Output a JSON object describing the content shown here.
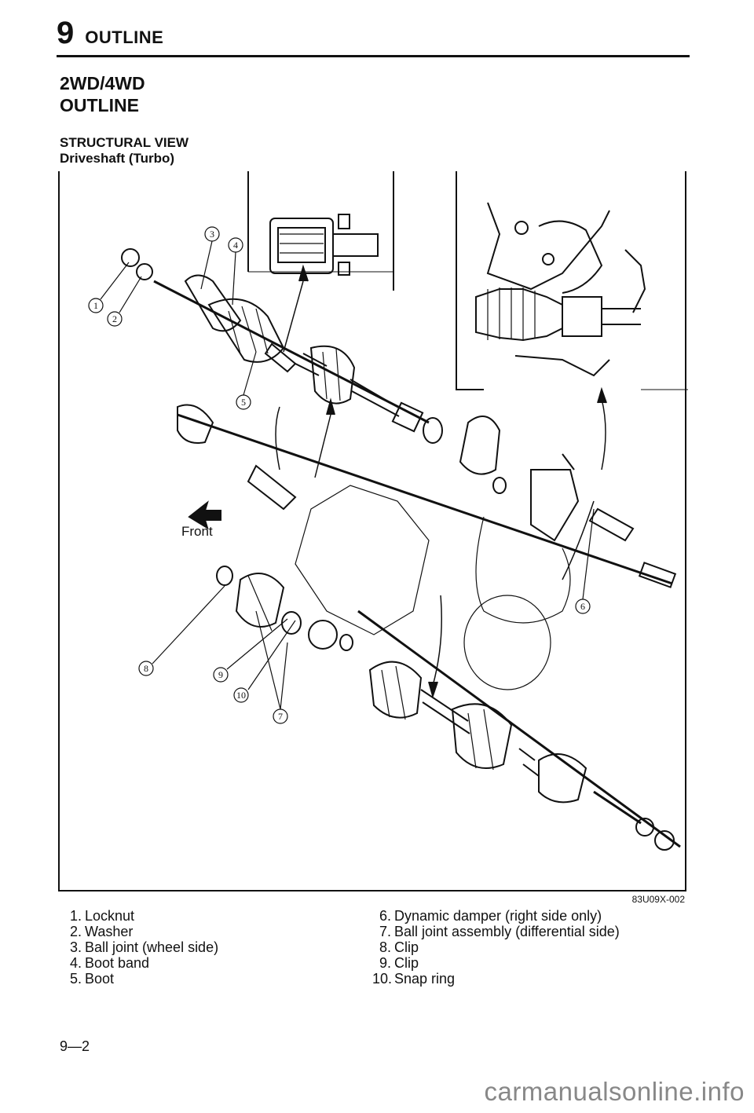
{
  "header": {
    "chapter_number": "9",
    "chapter_title": "OUTLINE"
  },
  "section": {
    "line1": "2WD/4WD",
    "line2": "OUTLINE"
  },
  "subsection": {
    "title": "STRUCTURAL VIEW",
    "subtitle": "Driveshaft (Turbo)"
  },
  "figure": {
    "code": "83U09X-002",
    "front_label": "Front",
    "callouts": [
      "1",
      "2",
      "3",
      "4",
      "5",
      "6",
      "7",
      "8",
      "9",
      "10"
    ]
  },
  "legend": {
    "left": [
      {
        "num": "1.",
        "text": "Locknut"
      },
      {
        "num": "2.",
        "text": "Washer"
      },
      {
        "num": "3.",
        "text": "Ball joint (wheel side)"
      },
      {
        "num": "4.",
        "text": "Boot band"
      },
      {
        "num": "5.",
        "text": "Boot"
      }
    ],
    "right": [
      {
        "num": "6.",
        "text": "Dynamic damper (right side only)"
      },
      {
        "num": "7.",
        "text": "Ball joint assembly (differential side)"
      },
      {
        "num": "8.",
        "text": "Clip"
      },
      {
        "num": "9.",
        "text": "Clip"
      },
      {
        "num": "10.",
        "text": "Snap ring"
      }
    ]
  },
  "page_number": "9—2",
  "watermark": "carmanualsonline.info"
}
